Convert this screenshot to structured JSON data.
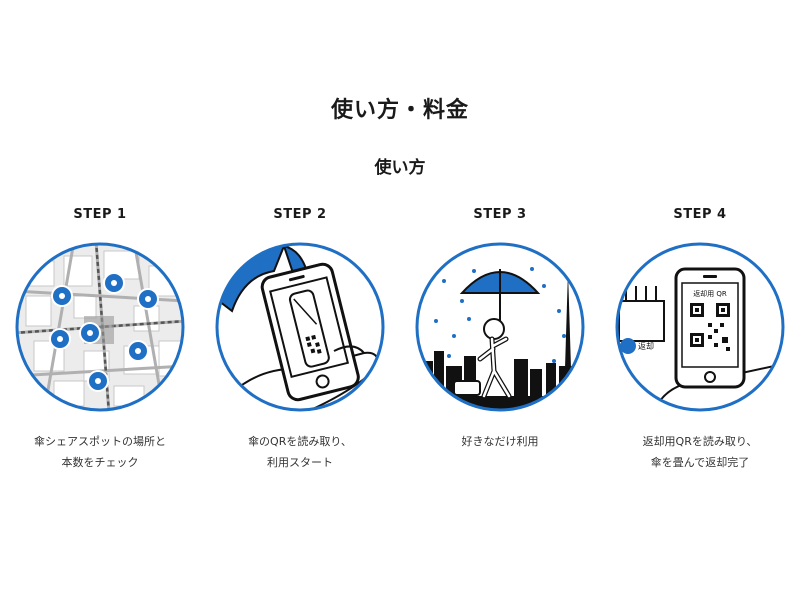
{
  "page": {
    "title": "使い方・料金",
    "section_title": "使い方"
  },
  "steps": [
    {
      "label": "STEP 1",
      "description": "傘シェアスポットの場所と\n本数をチェック",
      "illustration": "map-pins-illustration"
    },
    {
      "label": "STEP 2",
      "description": "傘のQRを読み取り、\n利用スタート",
      "illustration": "phone-scan-umbrella-illustration"
    },
    {
      "label": "STEP 3",
      "description": "好きなだけ利用",
      "illustration": "person-with-umbrella-city-illustration"
    },
    {
      "label": "STEP 4",
      "description": "返却用QRを読み取り、\n傘を畳んで返却完了",
      "illustration": "phone-return-qr-illustration"
    }
  ],
  "step4_phone": {
    "screen_title": "返却用 QR",
    "stand_label": "返却"
  },
  "colors": {
    "accent": "#1f6fc4",
    "map_road": "#d9d9d9",
    "text": "#1a1a1a"
  }
}
